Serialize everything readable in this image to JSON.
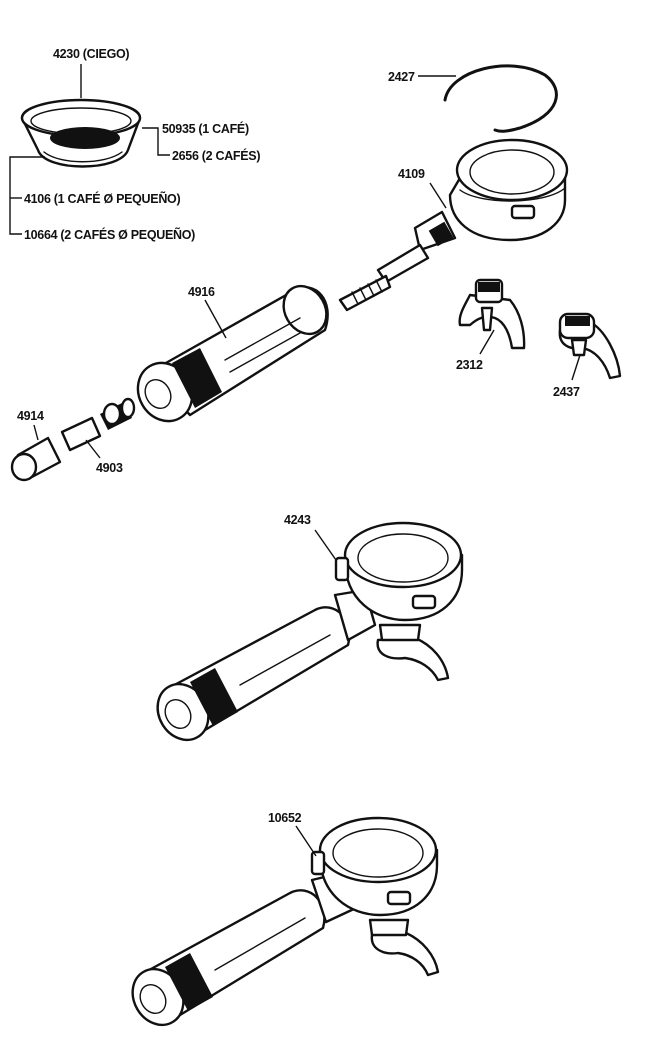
{
  "labels": {
    "blind_basket": "4230 (CIEGO)",
    "basket_1": "50935 (1 CAFÉ)",
    "basket_2": "2656 (2 CAFÉS)",
    "basket_small_1": "4106 (1 CAFÉ Ø PEQUEÑO)",
    "basket_small_2": "10664 (2 CAFÉS Ø PEQUEÑO)",
    "spring": "2427",
    "holder_head": "4109",
    "handle": "4916",
    "spout_double": "2312",
    "spout_single": "2437",
    "end_cap": "4914",
    "screw": "4903",
    "holder_full_a": "4243",
    "holder_full_b": "10652"
  },
  "icons": [
    "filter-basket-icon",
    "spring-clip-icon",
    "portafilter-head-icon",
    "handle-icon",
    "double-spout-icon",
    "single-spout-icon",
    "end-cap-icon",
    "screw-icon",
    "portafilter-assembly-icon"
  ]
}
